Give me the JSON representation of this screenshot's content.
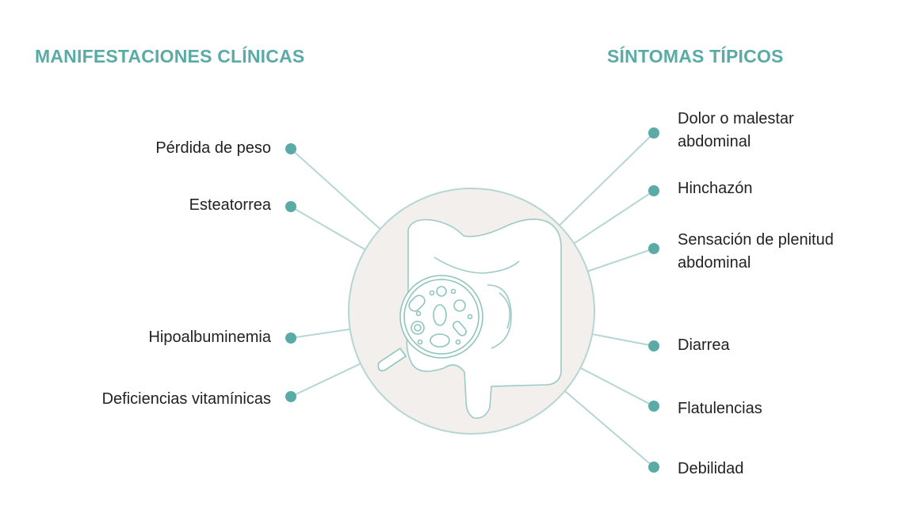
{
  "colors": {
    "accent": "#5aaba6",
    "line": "#b5d6d4",
    "circle_fill": "#f3efec"
  },
  "left_title": "MANIFESTACIONES CLÍNICAS",
  "right_title": "SÍNTOMAS TÍPICOS",
  "left_items": [
    {
      "label": "Pérdida de peso"
    },
    {
      "label": "Esteatorrea"
    },
    {
      "label": "Hipoalbuminemia"
    },
    {
      "label": "Deficiencias vitamínicas"
    }
  ],
  "right_items": [
    {
      "label": "Dolor o malestar",
      "label2": "abdominal"
    },
    {
      "label": "Hinchazón"
    },
    {
      "label": "Sensación de plenitud",
      "label2": "abdominal"
    },
    {
      "label": "Diarrea"
    },
    {
      "label": "Flatulencias"
    },
    {
      "label": "Debilidad"
    }
  ],
  "illustration": "intestine-with-magnifier-icon"
}
